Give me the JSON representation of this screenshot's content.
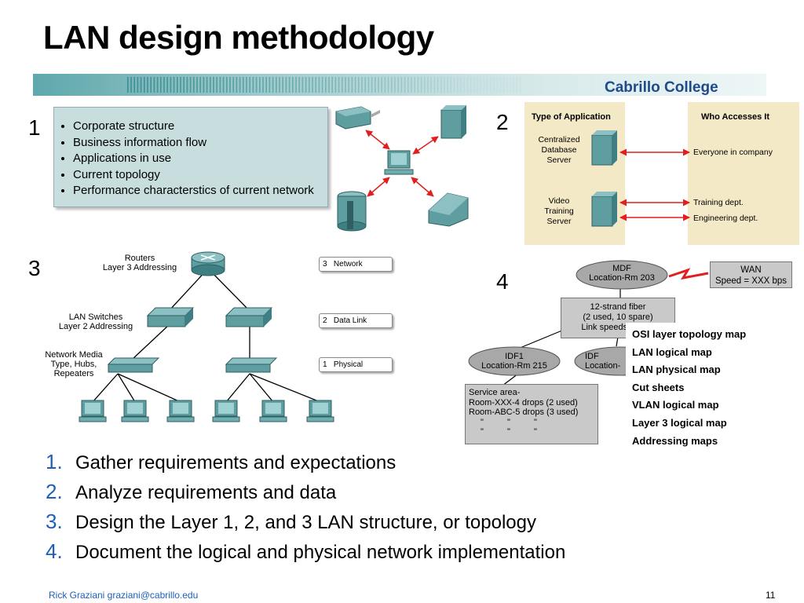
{
  "title": "LAN design methodology",
  "brand": "Cabrillo College",
  "panel1": {
    "number": "1",
    "items": [
      "Corporate structure",
      "Business information flow",
      "Applications in use",
      "Current topology",
      "Performance characterstics of current network"
    ]
  },
  "panel2": {
    "number": "2",
    "header_left": "Type of Application",
    "header_right": "Who Accesses It",
    "app1": [
      "Centralized",
      "Database",
      "Server"
    ],
    "app2": [
      "Video",
      "Training",
      "Server"
    ],
    "access1": "Everyone in company",
    "access2a": "Training dept.",
    "access2b": "Engineering dept."
  },
  "panel3": {
    "number": "3",
    "label_routers": [
      "Routers",
      "Layer 3 Addressing"
    ],
    "label_switches": [
      "LAN Switches",
      "Layer 2 Addressing"
    ],
    "label_media": [
      "Network Media",
      "Type, Hubs,",
      "Repeaters"
    ],
    "layers": [
      {
        "num": "3",
        "name": "Network"
      },
      {
        "num": "2",
        "name": "Data Link"
      },
      {
        "num": "1",
        "name": "Physical"
      }
    ]
  },
  "panel4": {
    "number": "4",
    "mdf": [
      "MDF",
      "Location-Rm 203"
    ],
    "wan": [
      "WAN",
      "Speed = XXX bps"
    ],
    "fiber": [
      "12-strand fiber",
      "(2 used, 10 spare)",
      "Link speeds = XXX"
    ],
    "idf1": [
      "IDF1",
      "Location-Rm 215"
    ],
    "idf2": [
      "IDF",
      "Location-"
    ],
    "service": [
      "Service area-",
      "Room-XXX-4 drops (2 used)",
      "Room-ABC-5 drops (3 used)"
    ],
    "ditto": "\"",
    "maps": [
      "OSI layer topology map",
      "LAN logical map",
      "LAN physical map",
      "Cut sheets",
      "VLAN logical map",
      "Layer 3 logical map",
      "Addressing maps"
    ]
  },
  "steps": [
    {
      "num": "1.",
      "text": "Gather requirements and expectations"
    },
    {
      "num": "2.",
      "text": "Analyze requirements and data"
    },
    {
      "num": "3.",
      "text": "Design the Layer 1, 2, and 3 LAN structure, or topology"
    },
    {
      "num": "4.",
      "text": "Document the logical and physical network implementation"
    }
  ],
  "footer": {
    "name": "Rick Graziani  graziani@cabrillo.edu",
    "page": "11"
  },
  "colors": {
    "accent_blue": "#1e5fb8",
    "brand_blue": "#1e4a8c",
    "arrow_red": "#e02020",
    "panel_teal": "#c8dede",
    "panel_tan": "#f4e9c6",
    "device_teal": "#5f9ea0"
  }
}
